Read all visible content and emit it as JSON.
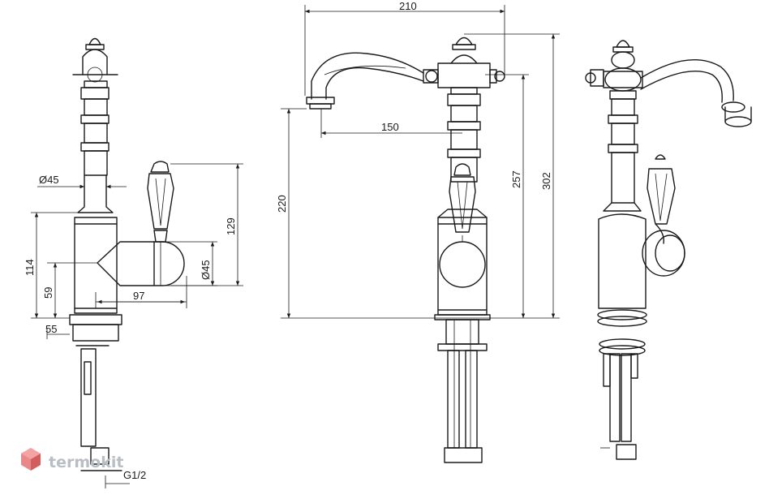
{
  "colors": {
    "line": "#1a1a1a",
    "watermark_text": "#b9bec4",
    "watermark_logo": "#e57373"
  },
  "dimensions": {
    "side_spout_dia": "Ø45",
    "side_handle_height": "129",
    "side_body_height": "114",
    "side_base_height": "59",
    "side_handle_reach": "97",
    "side_handle_dia": "Ø45",
    "side_base_offset": "55",
    "side_thread": "G1/2",
    "front_spout_width": "210",
    "front_spout_reach": "150",
    "front_spout_height": "220",
    "front_handle_height": "257",
    "front_total_height": "302"
  },
  "watermark": {
    "text": "termokit",
    "icon": "cube-logo-icon"
  }
}
